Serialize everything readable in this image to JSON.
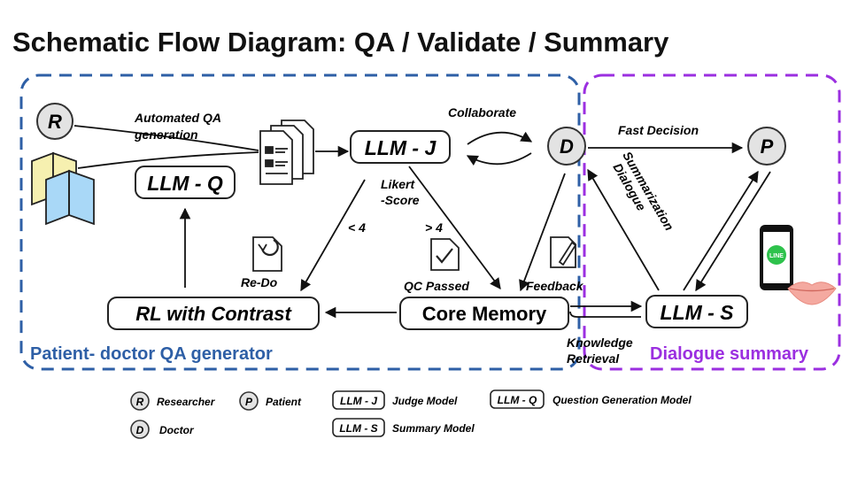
{
  "title": "Schematic Flow Diagram: QA / Validate / Summary",
  "colors": {
    "qa_region": "#2e5fa6",
    "summary_region": "#9b2fe0",
    "book_yellow": "#f6f0b0",
    "book_blue": "#a9d8f7",
    "circle_fill": "#e3e3e3",
    "line_logo": "#2ec24c",
    "lips": "#f4a9a0"
  },
  "regions": {
    "qa_label": "Patient- doctor QA generator",
    "summary_label": "Dialogue summary"
  },
  "nodes": {
    "researcher": "R",
    "doctor": "D",
    "patient": "P",
    "llm_j": "LLM - J",
    "llm_q": "LLM - Q",
    "llm_s": "LLM - S",
    "rl": "RL with Contrast",
    "core": "Core Memory"
  },
  "edge_labels": {
    "automated_qa_1": "Automated QA",
    "automated_qa_2": "generation",
    "collaborate": "Collaborate",
    "likert_1": "Likert",
    "likert_2": "-Score",
    "lt4": "< 4",
    "gt4": "> 4",
    "redo": "Re-Do",
    "qc_passed": "QC Passed",
    "feedback": "Feedback",
    "fast_decision": "Fast Decision",
    "dialogue_summ_1": "Dialogue",
    "dialogue_summ_2": "Summarization",
    "knowledge_1": "Knowledge",
    "knowledge_2": "Retrieval"
  },
  "icons": {
    "phone_logo": "LINE"
  },
  "legend": {
    "r_symbol": "R",
    "r_text": "Researcher",
    "p_symbol": "P",
    "p_text": "Patient",
    "d_symbol": "D",
    "d_text": "Doctor",
    "j_symbol": "LLM - J",
    "j_text": "Judge Model",
    "q_symbol": "LLM - Q",
    "q_text": "Question Generation Model",
    "s_symbol": "LLM - S",
    "s_text": "Summary Model"
  }
}
